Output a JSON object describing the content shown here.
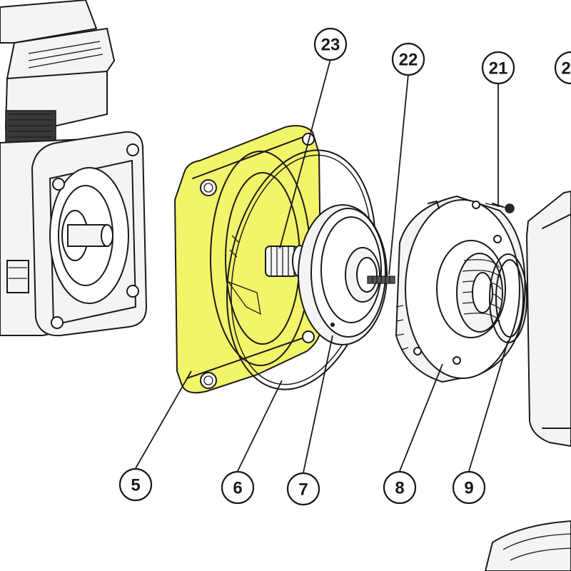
{
  "colors": {
    "highlight": "#f2f46a",
    "line": "#1a1a1a",
    "background": "#ffffff"
  },
  "callouts": [
    {
      "id": "c5",
      "label": "5"
    },
    {
      "id": "c6",
      "label": "6"
    },
    {
      "id": "c7",
      "label": "7"
    },
    {
      "id": "c8",
      "label": "8"
    },
    {
      "id": "c9",
      "label": "9"
    },
    {
      "id": "c21",
      "label": "21"
    },
    {
      "id": "c22",
      "label": "22"
    },
    {
      "id": "c23",
      "label": "23"
    },
    {
      "id": "c2x",
      "label": "2"
    }
  ],
  "highlighted_part": "5"
}
